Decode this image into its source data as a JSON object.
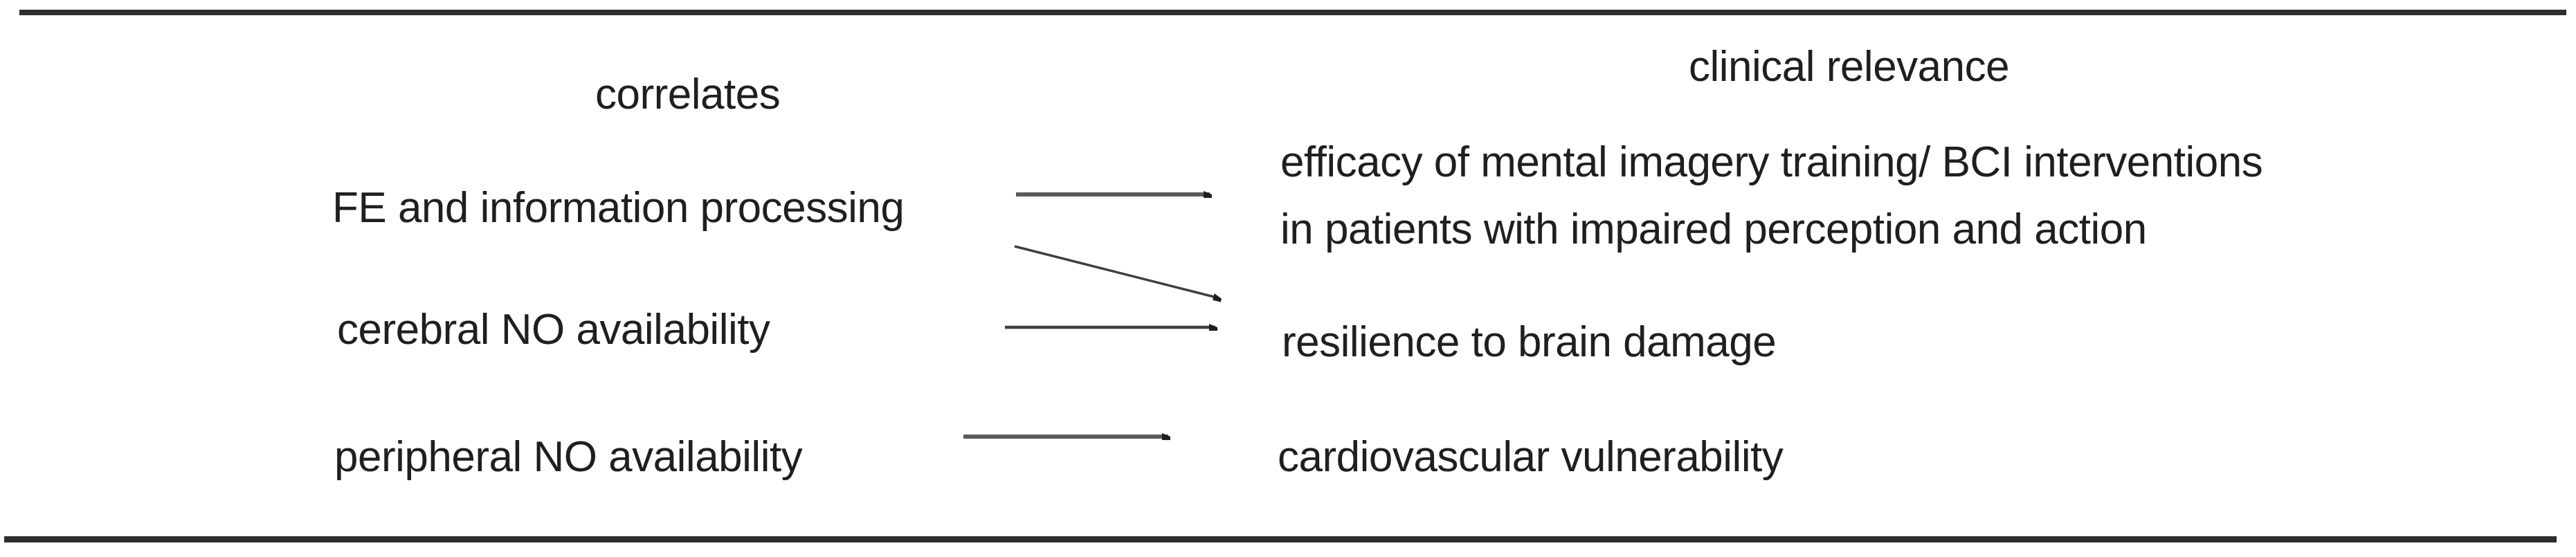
{
  "figure": {
    "headers": {
      "left": "correlates",
      "right": "clinical relevance"
    },
    "correlates": [
      {
        "label": "FE and information processing"
      },
      {
        "label": "cerebral NO availability"
      },
      {
        "label": "peripheral NO availability"
      }
    ],
    "clinical_relevance": [
      {
        "line1": "efficacy of mental imagery training/ BCI interventions",
        "line2": "in patients with impaired perception and action"
      },
      {
        "label": "resilience to brain damage"
      },
      {
        "label": "cardiovascular vulnerability"
      }
    ],
    "connections": [
      {
        "from": "FE and information processing",
        "to": "efficacy of mental imagery training/ BCI interventions in patients with impaired perception and action"
      },
      {
        "from": "FE and information processing",
        "to": "resilience to brain damage"
      },
      {
        "from": "cerebral NO availability",
        "to": "resilience to brain damage"
      },
      {
        "from": "peripheral NO availability",
        "to": "cardiovascular vulnerability"
      }
    ],
    "colors": {
      "text": "#1f1f1f",
      "line": "#454545",
      "background": "#ffffff"
    }
  }
}
